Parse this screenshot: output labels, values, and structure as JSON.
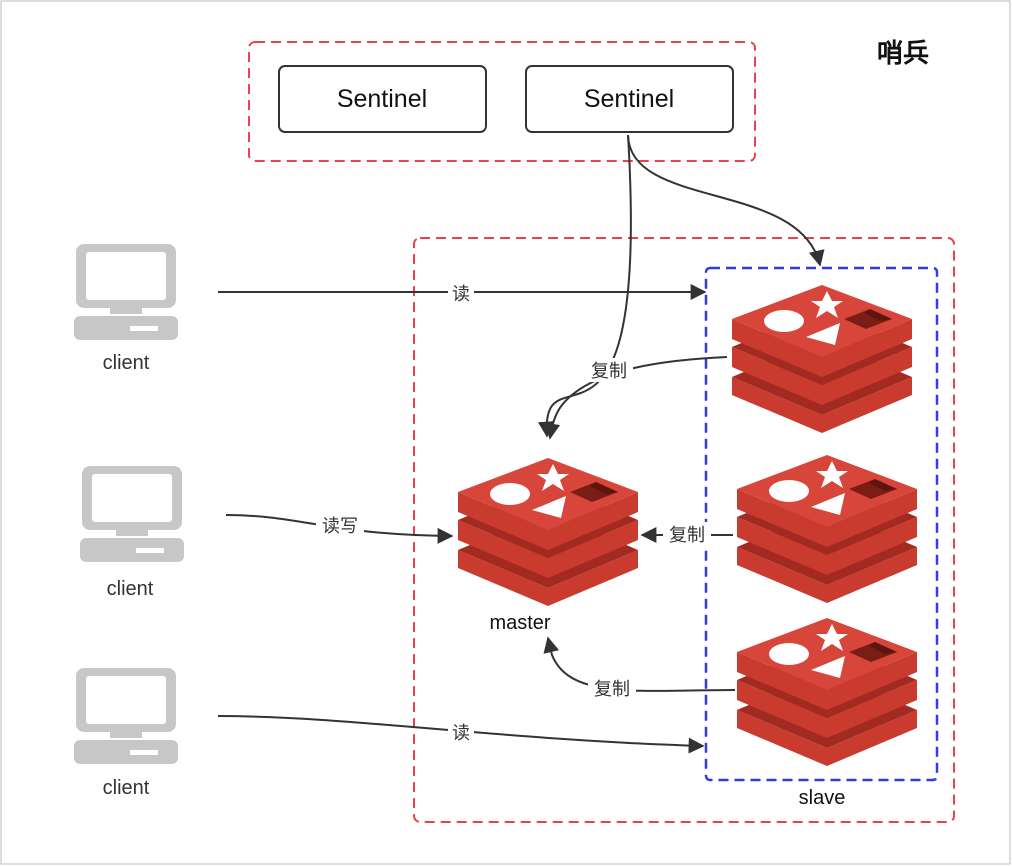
{
  "title": "哨兵",
  "colors": {
    "sentinel_group_border": "#e8424a",
    "cluster_border": "#e8424a",
    "slave_group_border": "#2f3ce0",
    "redis_red": "#c93a2f",
    "redis_dark": "#8e2219",
    "redis_top": "#d8453a",
    "edge": "#333333",
    "client_gray": "#c7c7c7"
  },
  "sentinels": [
    {
      "label": "Sentinel"
    },
    {
      "label": "Sentinel"
    }
  ],
  "clients": [
    {
      "label": "client",
      "icon": "computer-icon"
    },
    {
      "label": "client",
      "icon": "computer-icon"
    },
    {
      "label": "client",
      "icon": "computer-icon"
    }
  ],
  "master": {
    "label": "master",
    "icon": "redis-icon"
  },
  "slaves": {
    "label": "slave",
    "nodes": [
      {
        "icon": "redis-icon"
      },
      {
        "icon": "redis-icon"
      },
      {
        "icon": "redis-icon"
      }
    ]
  },
  "edges": {
    "read_top": "读",
    "read_write": "读写",
    "read_bottom": "读",
    "replicate_top": "复制",
    "replicate_middle": "复制",
    "replicate_bottom": "复制"
  }
}
